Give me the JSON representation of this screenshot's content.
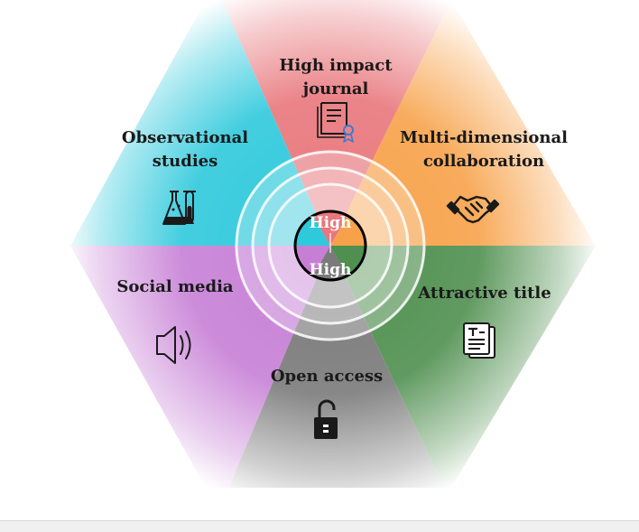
{
  "segments": [
    {
      "id": "high-impact-journal",
      "lines": [
        "High impact",
        "journal"
      ],
      "color": "#e8777c",
      "icon": "certificate-document-icon"
    },
    {
      "id": "multi-dimensional-collaboration",
      "lines": [
        "Multi-dimensional",
        "collaboration"
      ],
      "color": "#f7a24a",
      "icon": "handshake-icon"
    },
    {
      "id": "attractive-title",
      "lines": [
        "Attractive title"
      ],
      "color": "#4f8f4f",
      "icon": "document-title-icon"
    },
    {
      "id": "open-access",
      "lines": [
        "Open access"
      ],
      "color": "#7a7a7a",
      "icon": "open-lock-icon"
    },
    {
      "id": "social-media",
      "lines": [
        "Social media"
      ],
      "color": "#c77fd6",
      "icon": "speaker-icon"
    },
    {
      "id": "observational-studies",
      "lines": [
        "Observational",
        "studies"
      ],
      "color": "#2fc9dc",
      "icon": "lab-flask-icon"
    }
  ],
  "center": {
    "top": "High",
    "bottom": "High",
    "colors": [
      "#e8777c",
      "#f7a24a",
      "#4f8f4f",
      "#7a7a7a",
      "#c77fd6",
      "#2fc9dc"
    ]
  }
}
